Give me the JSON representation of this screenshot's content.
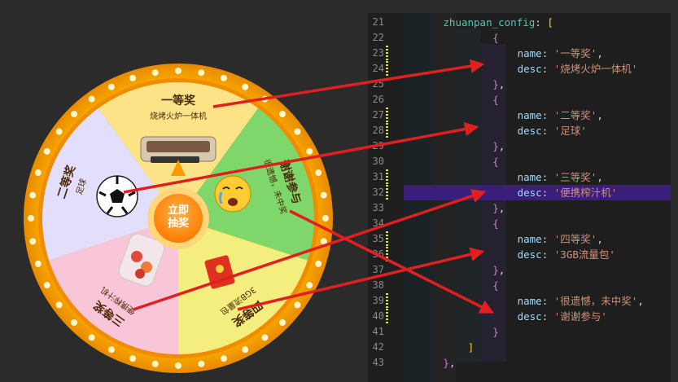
{
  "wheel": {
    "center_button": [
      "立即",
      "抽奖"
    ],
    "segments": [
      {
        "title": "一等奖",
        "desc": "烧烤火炉一体机",
        "color": "#fde387"
      },
      {
        "title": "谢谢参与",
        "desc": "很遗憾，未中奖",
        "color": "#7fd66a"
      },
      {
        "title": "四等奖",
        "desc": "3GB流量包",
        "color": "#f3ee7d"
      },
      {
        "title": "三等奖",
        "desc": "便携榨汁机",
        "color": "#f9c5d8"
      },
      {
        "title": "二等奖",
        "desc": "足球",
        "color": "#e2defb"
      }
    ]
  },
  "editor": {
    "lines": [
      {
        "n": "21",
        "tokens": [
          [
            "ident",
            "zhuanpan_config"
          ],
          [
            "punc",
            ": "
          ],
          [
            "br3",
            "["
          ]
        ],
        "indent": 4
      },
      {
        "n": "22",
        "tokens": [
          [
            "br1",
            "{"
          ]
        ],
        "indent": 12
      },
      {
        "n": "23",
        "tokens": [
          [
            "key",
            "name"
          ],
          [
            "punc",
            ": "
          ],
          [
            "str",
            "'一等奖'"
          ],
          [
            "punc",
            ","
          ]
        ],
        "indent": 16
      },
      {
        "n": "24",
        "tokens": [
          [
            "key",
            "desc"
          ],
          [
            "punc",
            ": "
          ],
          [
            "str",
            "'烧烤火炉一体机'"
          ]
        ],
        "indent": 16
      },
      {
        "n": "25",
        "tokens": [
          [
            "br1",
            "}"
          ],
          [
            "punc",
            ","
          ]
        ],
        "indent": 12
      },
      {
        "n": "26",
        "tokens": [
          [
            "br1",
            "{"
          ]
        ],
        "indent": 12
      },
      {
        "n": "27",
        "tokens": [
          [
            "key",
            "name"
          ],
          [
            "punc",
            ": "
          ],
          [
            "str",
            "'二等奖'"
          ],
          [
            "punc",
            ","
          ]
        ],
        "indent": 16
      },
      {
        "n": "28",
        "tokens": [
          [
            "key",
            "desc"
          ],
          [
            "punc",
            ": "
          ],
          [
            "str",
            "'足球'"
          ]
        ],
        "indent": 16
      },
      {
        "n": "29",
        "tokens": [
          [
            "br1",
            "}"
          ],
          [
            "punc",
            ","
          ]
        ],
        "indent": 12
      },
      {
        "n": "30",
        "tokens": [
          [
            "br1",
            "{"
          ]
        ],
        "indent": 12
      },
      {
        "n": "31",
        "tokens": [
          [
            "key",
            "name"
          ],
          [
            "punc",
            ": "
          ],
          [
            "str",
            "'三等奖'"
          ],
          [
            "punc",
            ","
          ]
        ],
        "indent": 16
      },
      {
        "n": "32",
        "tokens": [
          [
            "key",
            "desc"
          ],
          [
            "punc",
            ": "
          ],
          [
            "str",
            "'便携榨汁机'"
          ]
        ],
        "indent": 16,
        "highlight": true
      },
      {
        "n": "33",
        "tokens": [
          [
            "br1",
            "}"
          ],
          [
            "punc",
            ","
          ]
        ],
        "indent": 12
      },
      {
        "n": "34",
        "tokens": [
          [
            "br1",
            "{"
          ]
        ],
        "indent": 12
      },
      {
        "n": "35",
        "tokens": [
          [
            "key",
            "name"
          ],
          [
            "punc",
            ": "
          ],
          [
            "str",
            "'四等奖'"
          ],
          [
            "punc",
            ","
          ]
        ],
        "indent": 16
      },
      {
        "n": "36",
        "tokens": [
          [
            "key",
            "desc"
          ],
          [
            "punc",
            ": "
          ],
          [
            "str",
            "'3GB流量包'"
          ]
        ],
        "indent": 16
      },
      {
        "n": "37",
        "tokens": [
          [
            "br1",
            "}"
          ],
          [
            "punc",
            ","
          ]
        ],
        "indent": 12
      },
      {
        "n": "38",
        "tokens": [
          [
            "br1",
            "{"
          ]
        ],
        "indent": 12
      },
      {
        "n": "39",
        "tokens": [
          [
            "key",
            "name"
          ],
          [
            "punc",
            ": "
          ],
          [
            "str",
            "'很遗憾，未中奖'"
          ],
          [
            "punc",
            ","
          ]
        ],
        "indent": 16
      },
      {
        "n": "40",
        "tokens": [
          [
            "key",
            "desc"
          ],
          [
            "punc",
            ": "
          ],
          [
            "str",
            "'谢谢参与'"
          ]
        ],
        "indent": 16
      },
      {
        "n": "41",
        "tokens": [
          [
            "br1",
            "}"
          ]
        ],
        "indent": 12
      },
      {
        "n": "42",
        "tokens": [
          [
            "br3",
            "]"
          ]
        ],
        "indent": 8
      },
      {
        "n": "43",
        "tokens": [
          [
            "br2",
            "}"
          ],
          [
            "punc",
            ","
          ]
        ],
        "indent": 4
      }
    ]
  },
  "colors": {
    "arrow": "#e02020",
    "ring": "#f5a800",
    "bulb": "#fff6c8"
  }
}
